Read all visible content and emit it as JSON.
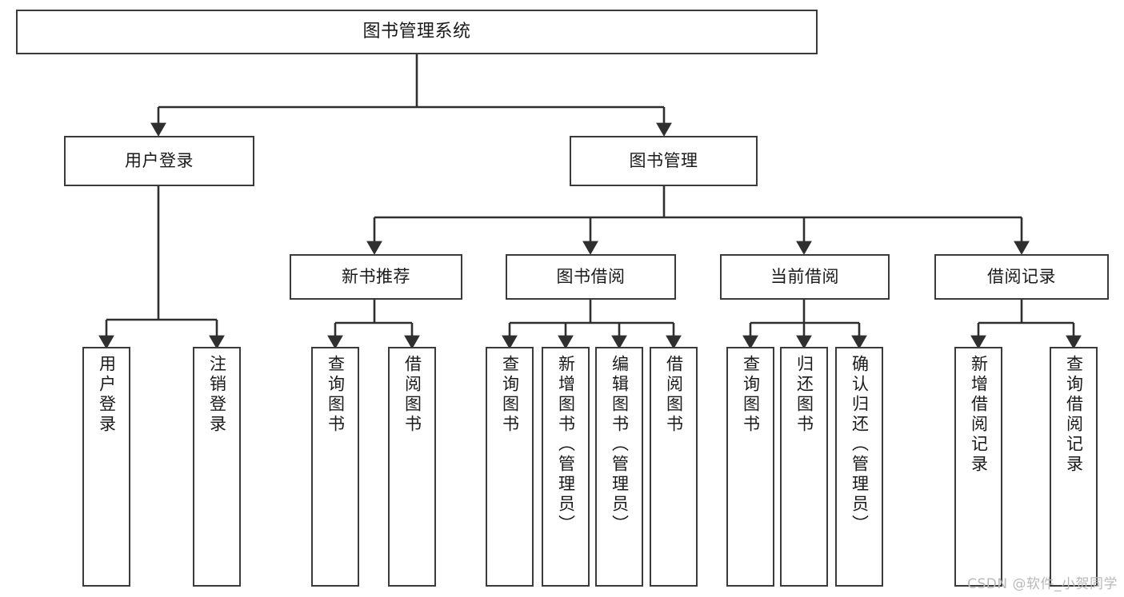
{
  "diagram": {
    "title": "图书管理系统",
    "root": {
      "label": "图书管理系统"
    },
    "level1": [
      {
        "label": "用户登录"
      },
      {
        "label": "图书管理"
      }
    ],
    "level2": [
      {
        "label": "新书推荐"
      },
      {
        "label": "图书借阅"
      },
      {
        "label": "当前借阅"
      },
      {
        "label": "借阅记录"
      }
    ],
    "leaves": {
      "user_login": [
        {
          "label": "用户登录"
        },
        {
          "label": "注销登录"
        }
      ],
      "new_book_recommend": [
        {
          "label": "查询图书"
        },
        {
          "label": "借阅图书"
        }
      ],
      "book_borrow": [
        {
          "label": "查询图书"
        },
        {
          "label": "新增图书（管理员）"
        },
        {
          "label": "编辑图书（管理员）"
        },
        {
          "label": "借阅图书"
        }
      ],
      "current_borrow": [
        {
          "label": "查询图书"
        },
        {
          "label": "归还图书"
        },
        {
          "label": "确认归还（管理员）"
        }
      ],
      "borrow_record": [
        {
          "label": "新增借阅记录"
        },
        {
          "label": "查询借阅记录"
        }
      ]
    },
    "watermark": "CSDN @软件_小贺同学",
    "colors": {
      "box_border": "#3a3a3a",
      "box_fill": "#ffffff",
      "connector": "#2f2f2f",
      "text": "#1a1a1a",
      "watermark": "#b9b9b9"
    }
  }
}
